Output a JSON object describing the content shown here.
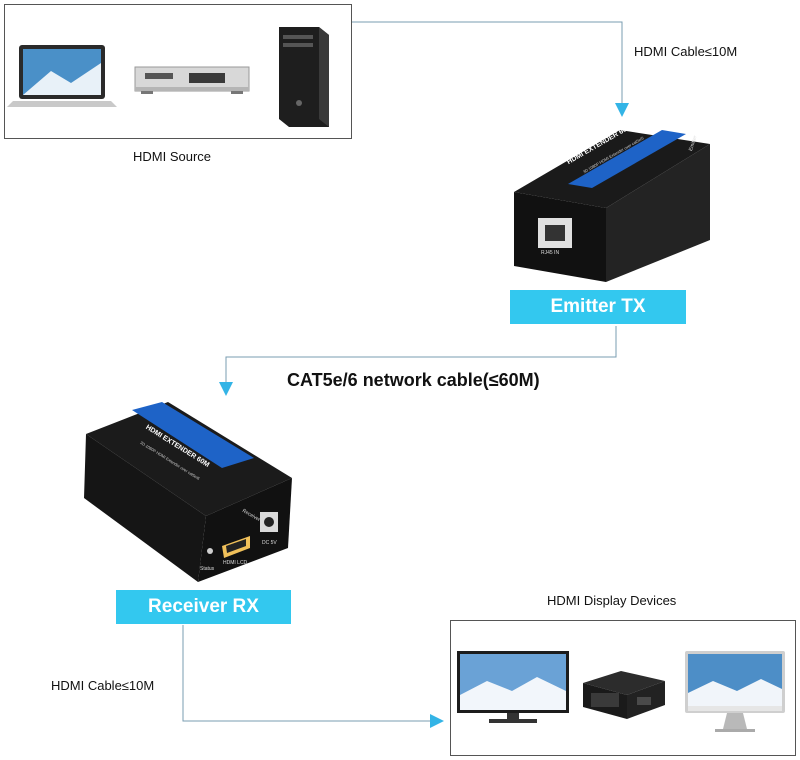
{
  "source": {
    "caption": "HDMI Source"
  },
  "top_cable": {
    "label": "HDMI Cable≤10M"
  },
  "emitter": {
    "badge": "Emitter TX",
    "device_title": "HDMI EXTENDER 60M",
    "device_sub": "3D 1080P HDMI Extender over cat5e/6",
    "side_text": "Emitter",
    "port_label": "RJ45 IN"
  },
  "network_cable": {
    "label": "CAT5e/6 network cable(≤60M)"
  },
  "receiver": {
    "badge": "Receiver RX",
    "device_title": "HDMI EXTENDER 60M",
    "device_sub": "3D 1080P HDMI Extender over cat5e/6",
    "side_text": "Receiver",
    "port_status": "Status",
    "port_hdmi": "HDMI LCD",
    "port_dc": "DC 5V"
  },
  "bottom_cable": {
    "label": "HDMI Cable≤10M"
  },
  "displays": {
    "caption": "HDMI Display Devices"
  },
  "colors": {
    "accent": "#33c8ef",
    "arrow": "#33b4e6",
    "line": "#7a9cb0"
  }
}
